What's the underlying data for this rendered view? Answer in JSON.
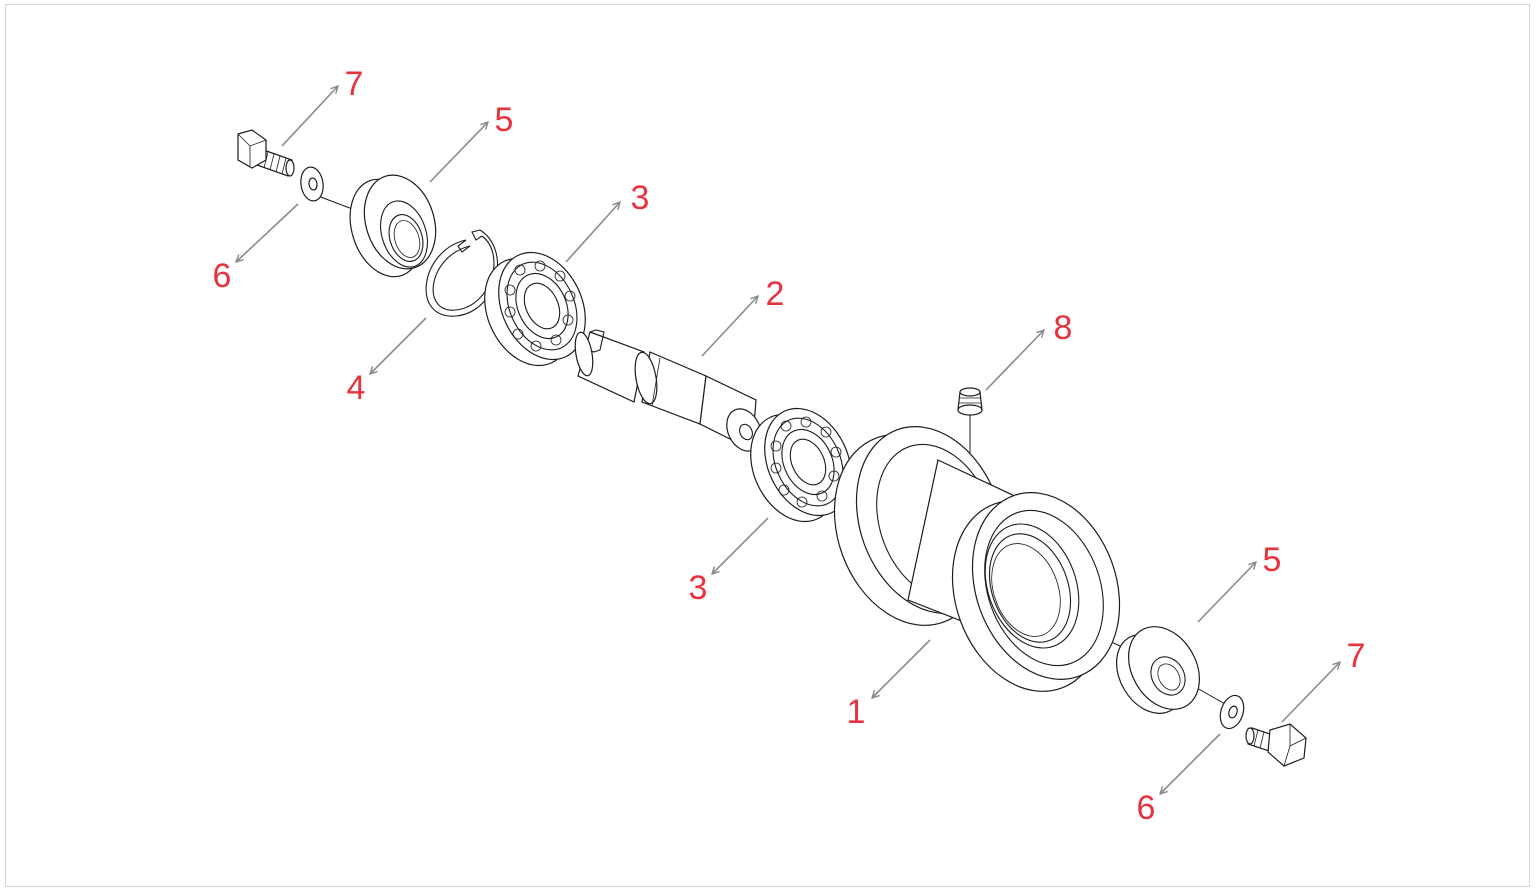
{
  "colors": {
    "callout_text": "#e8333f",
    "leader_line": "#8a8a8a",
    "drawing_line": "#1c1c1c",
    "frame_border": "#d4d4d4",
    "background": "#ffffff"
  },
  "callouts": [
    {
      "id": "c7a",
      "label": "7"
    },
    {
      "id": "c5a",
      "label": "5"
    },
    {
      "id": "c6a",
      "label": "6"
    },
    {
      "id": "c3a",
      "label": "3"
    },
    {
      "id": "c4",
      "label": "4"
    },
    {
      "id": "c2",
      "label": "2"
    },
    {
      "id": "c8",
      "label": "8"
    },
    {
      "id": "c3b",
      "label": "3"
    },
    {
      "id": "c1",
      "label": "1"
    },
    {
      "id": "c5b",
      "label": "5"
    },
    {
      "id": "c7b",
      "label": "7"
    },
    {
      "id": "c6b",
      "label": "6"
    }
  ]
}
